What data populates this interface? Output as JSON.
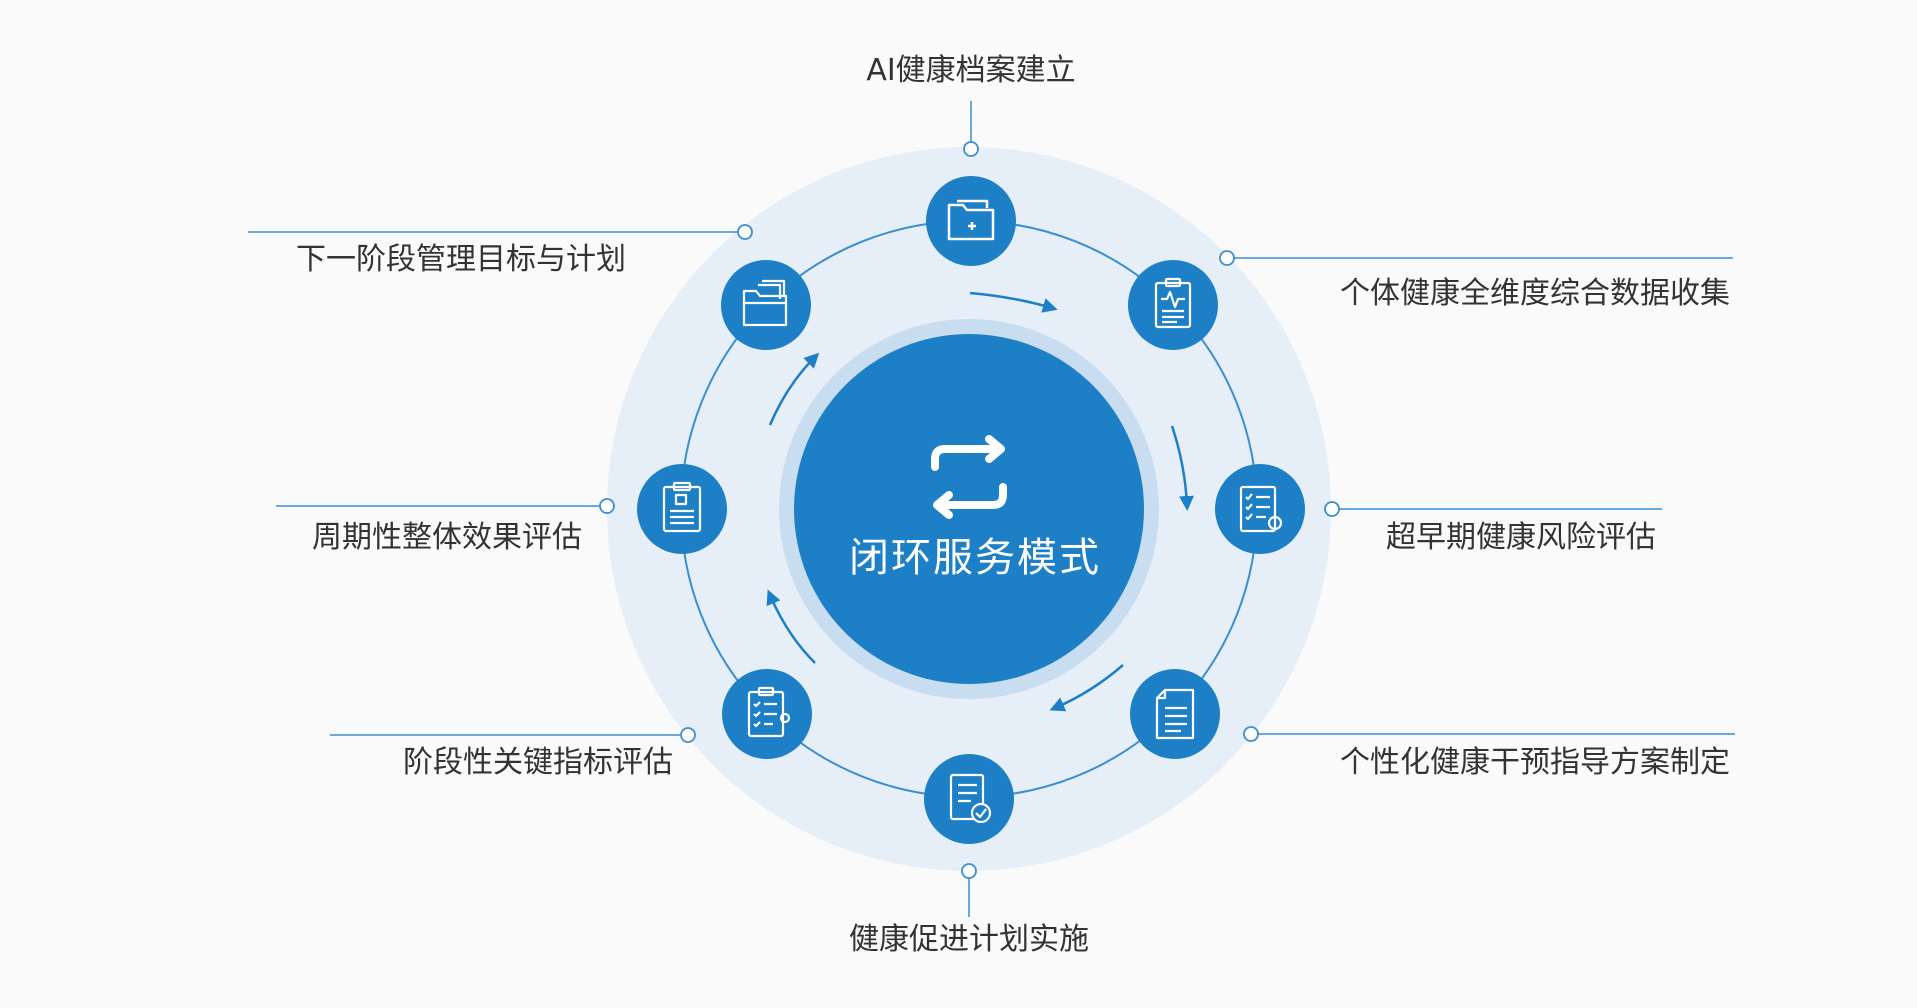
{
  "center": {
    "title": "闭环服务模式",
    "icon": "loop-arrows-icon"
  },
  "steps": [
    {
      "label": "AI健康档案建立",
      "icon": "medical-folder-icon"
    },
    {
      "label": "个体健康全维度综合数据收集",
      "icon": "clipboard-heartbeat-icon"
    },
    {
      "label": "超早期健康风险评估",
      "icon": "checklist-icon"
    },
    {
      "label": "个性化健康干预指导方案制定",
      "icon": "document-list-icon"
    },
    {
      "label": "健康促进计划实施",
      "icon": "document-check-icon"
    },
    {
      "label": "阶段性关键指标评估",
      "icon": "clipboard-checklist-icon"
    },
    {
      "label": "周期性整体效果评估",
      "icon": "clipboard-report-icon"
    },
    {
      "label": "下一阶段管理目标与计划",
      "icon": "folder-files-icon"
    }
  ],
  "colors": {
    "primary": "#1d7fc5",
    "ring_halo": "#e6eff8",
    "center_halo": "#c8ddf0",
    "line": "#3b8ed0",
    "text": "#333333",
    "background": "#fafafa"
  }
}
